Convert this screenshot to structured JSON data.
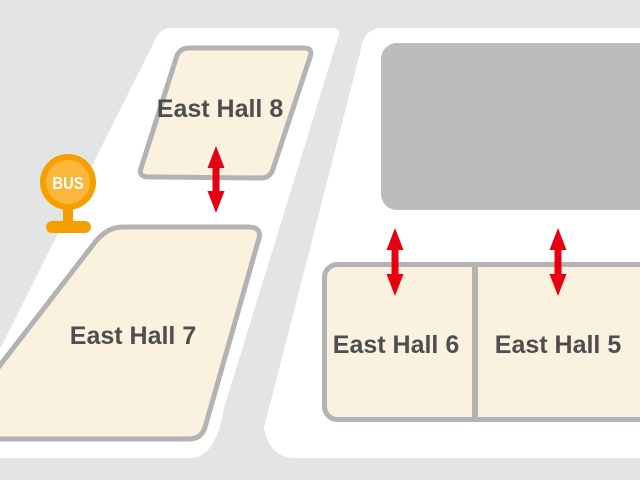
{
  "map": {
    "halls": [
      {
        "label": "East Hall 8"
      },
      {
        "label": "East Hall 7"
      },
      {
        "label": "East Hall 6"
      },
      {
        "label": "East Hall 5"
      }
    ],
    "bus_stop": {
      "label": "BUS"
    },
    "connections": [
      {
        "at": "between East Hall 8 and East Hall 7",
        "style": "red double-headed arrow"
      },
      {
        "at": "above East Hall 6",
        "style": "red double-headed arrow"
      },
      {
        "at": "above East Hall 5",
        "style": "red double-headed arrow"
      }
    ]
  },
  "colors": {
    "background": "#e3e4e4",
    "road_white": "#ffffff",
    "building_fill": "#bcbcbc",
    "hall_fill": "#faf1de",
    "hall_border": "#b3b3b3",
    "label_text": "#4e4e4e",
    "arrow_red": "#e60012",
    "bus_ring": "#f5a000",
    "bus_inner": "#fbb63c",
    "bus_text": "#ffffff"
  }
}
